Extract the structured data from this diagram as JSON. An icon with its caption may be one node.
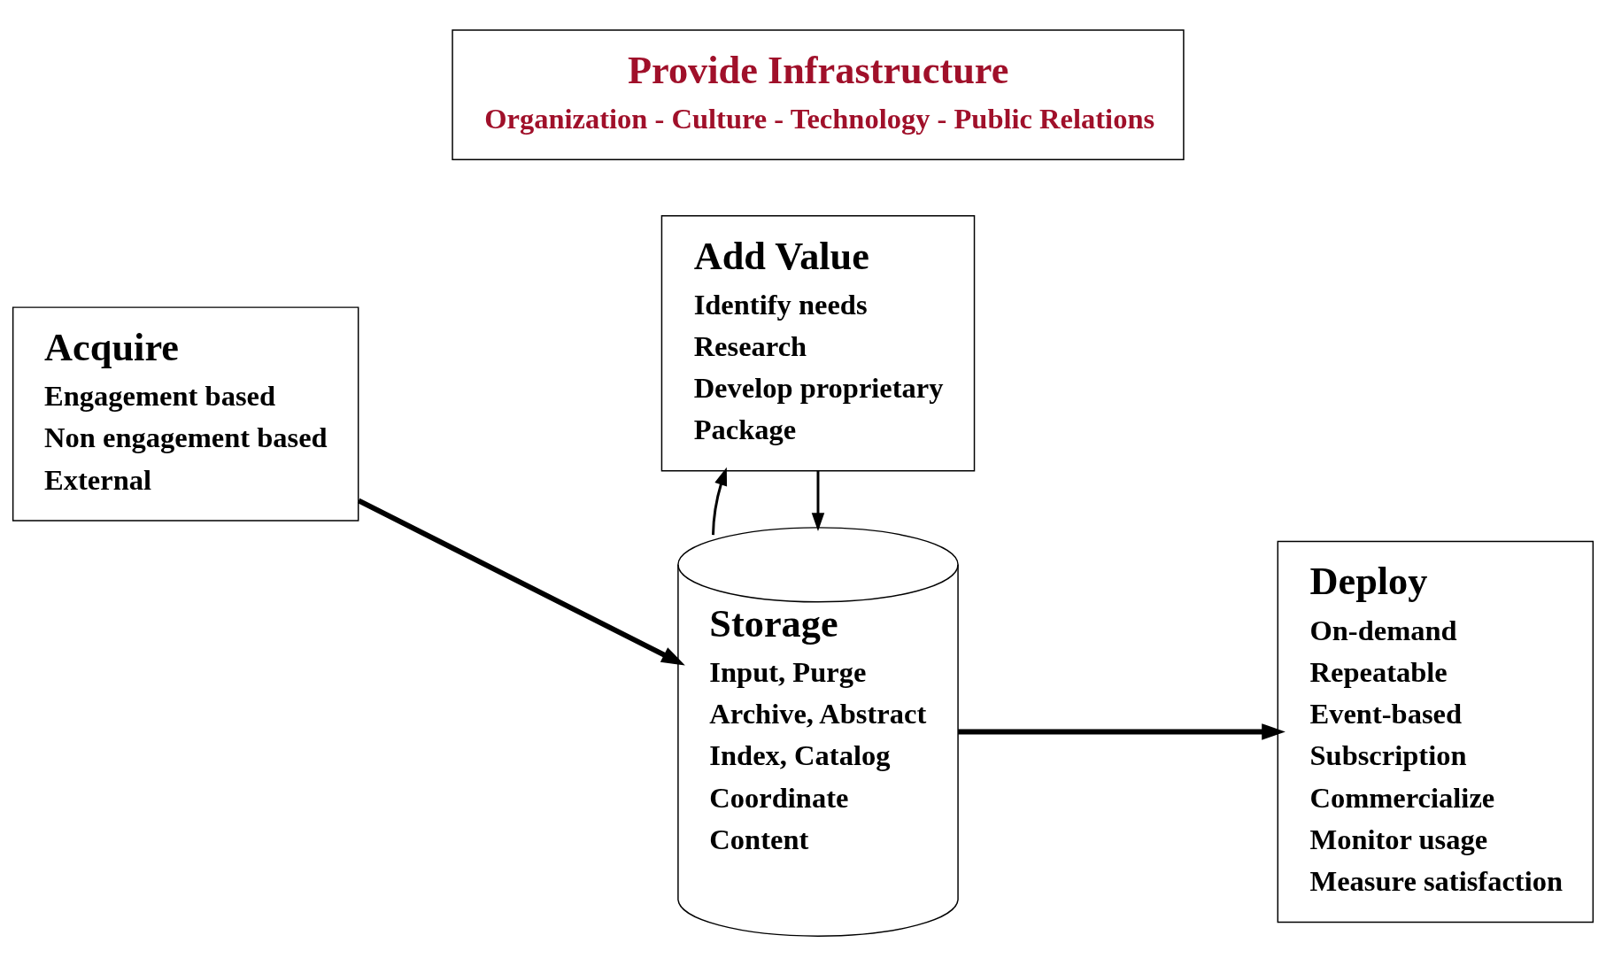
{
  "diagram": {
    "nodes": [
      {
        "text": [
          "Acquire",
          "Engagement based",
          "Non engagement based",
          "External"
        ]
      },
      {
        "text": [
          "Storage",
          "Input, Purge",
          "Archive, Abstract",
          "Index, Catalog",
          "Coordinate",
          "Content"
        ]
      },
      {
        "text": [
          "Add Value",
          "Identify needs",
          "Research",
          "Develop proprietary",
          "Package"
        ]
      },
      {
        "text": [
          "Deploy",
          "On-demand",
          "Repeatable",
          "Event-based",
          "Subscription",
          "Commercialize",
          "Monitor usage",
          "Measure satisfaction"
        ]
      },
      {
        "text": [
          "Provide Infrastructure",
          "Organization - Culture - Technology - Public Relations"
        ]
      }
    ],
    "edges": [
      {
        "from": 0,
        "to": 1,
        "arrow": "to",
        "style": "thick"
      },
      {
        "from": 2,
        "to": 1,
        "arrow": "to"
      },
      {
        "from": 1,
        "to": 2,
        "arrow": "to"
      },
      {
        "from": 1,
        "to": 3,
        "arrow": "to",
        "style": "thick"
      }
    ]
  }
}
